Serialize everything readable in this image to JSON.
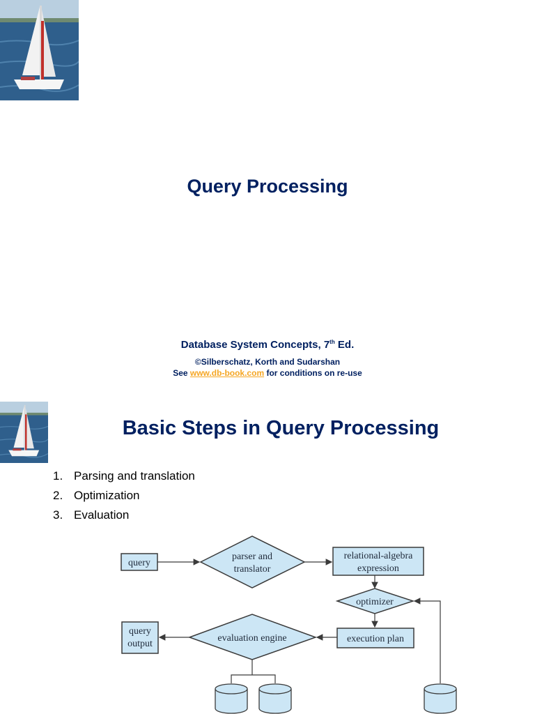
{
  "slide1": {
    "title": "Query Processing",
    "footer": {
      "book": "Database System Concepts, 7",
      "edition_sup": "th",
      "edition_suffix": " Ed",
      "period": ".",
      "copyright": "©Silberschatz, Korth and Sudarshan",
      "see_prefix": "See ",
      "link_text": "www.db-book.com",
      "see_suffix": " for conditions on re-use"
    }
  },
  "slide2": {
    "title": "Basic Steps in Query Processing",
    "steps": [
      {
        "num": "1.",
        "label": "Parsing and translation"
      },
      {
        "num": "2.",
        "label": "Optimization"
      },
      {
        "num": "3.",
        "label": "Evaluation"
      }
    ],
    "diagram": {
      "query": "query",
      "parser_line1": "parser and",
      "parser_line2": "translator",
      "relalg_line1": "relational-algebra",
      "relalg_line2": "expression",
      "optimizer": "optimizer",
      "execution_plan": "execution plan",
      "evaluation_engine": "evaluation engine",
      "output_line1": "query",
      "output_line2": "output"
    }
  },
  "colors": {
    "title": "#002060",
    "link": "#f5a623",
    "node_fill": "#cce6f5",
    "node_stroke": "#3a3a3a"
  }
}
